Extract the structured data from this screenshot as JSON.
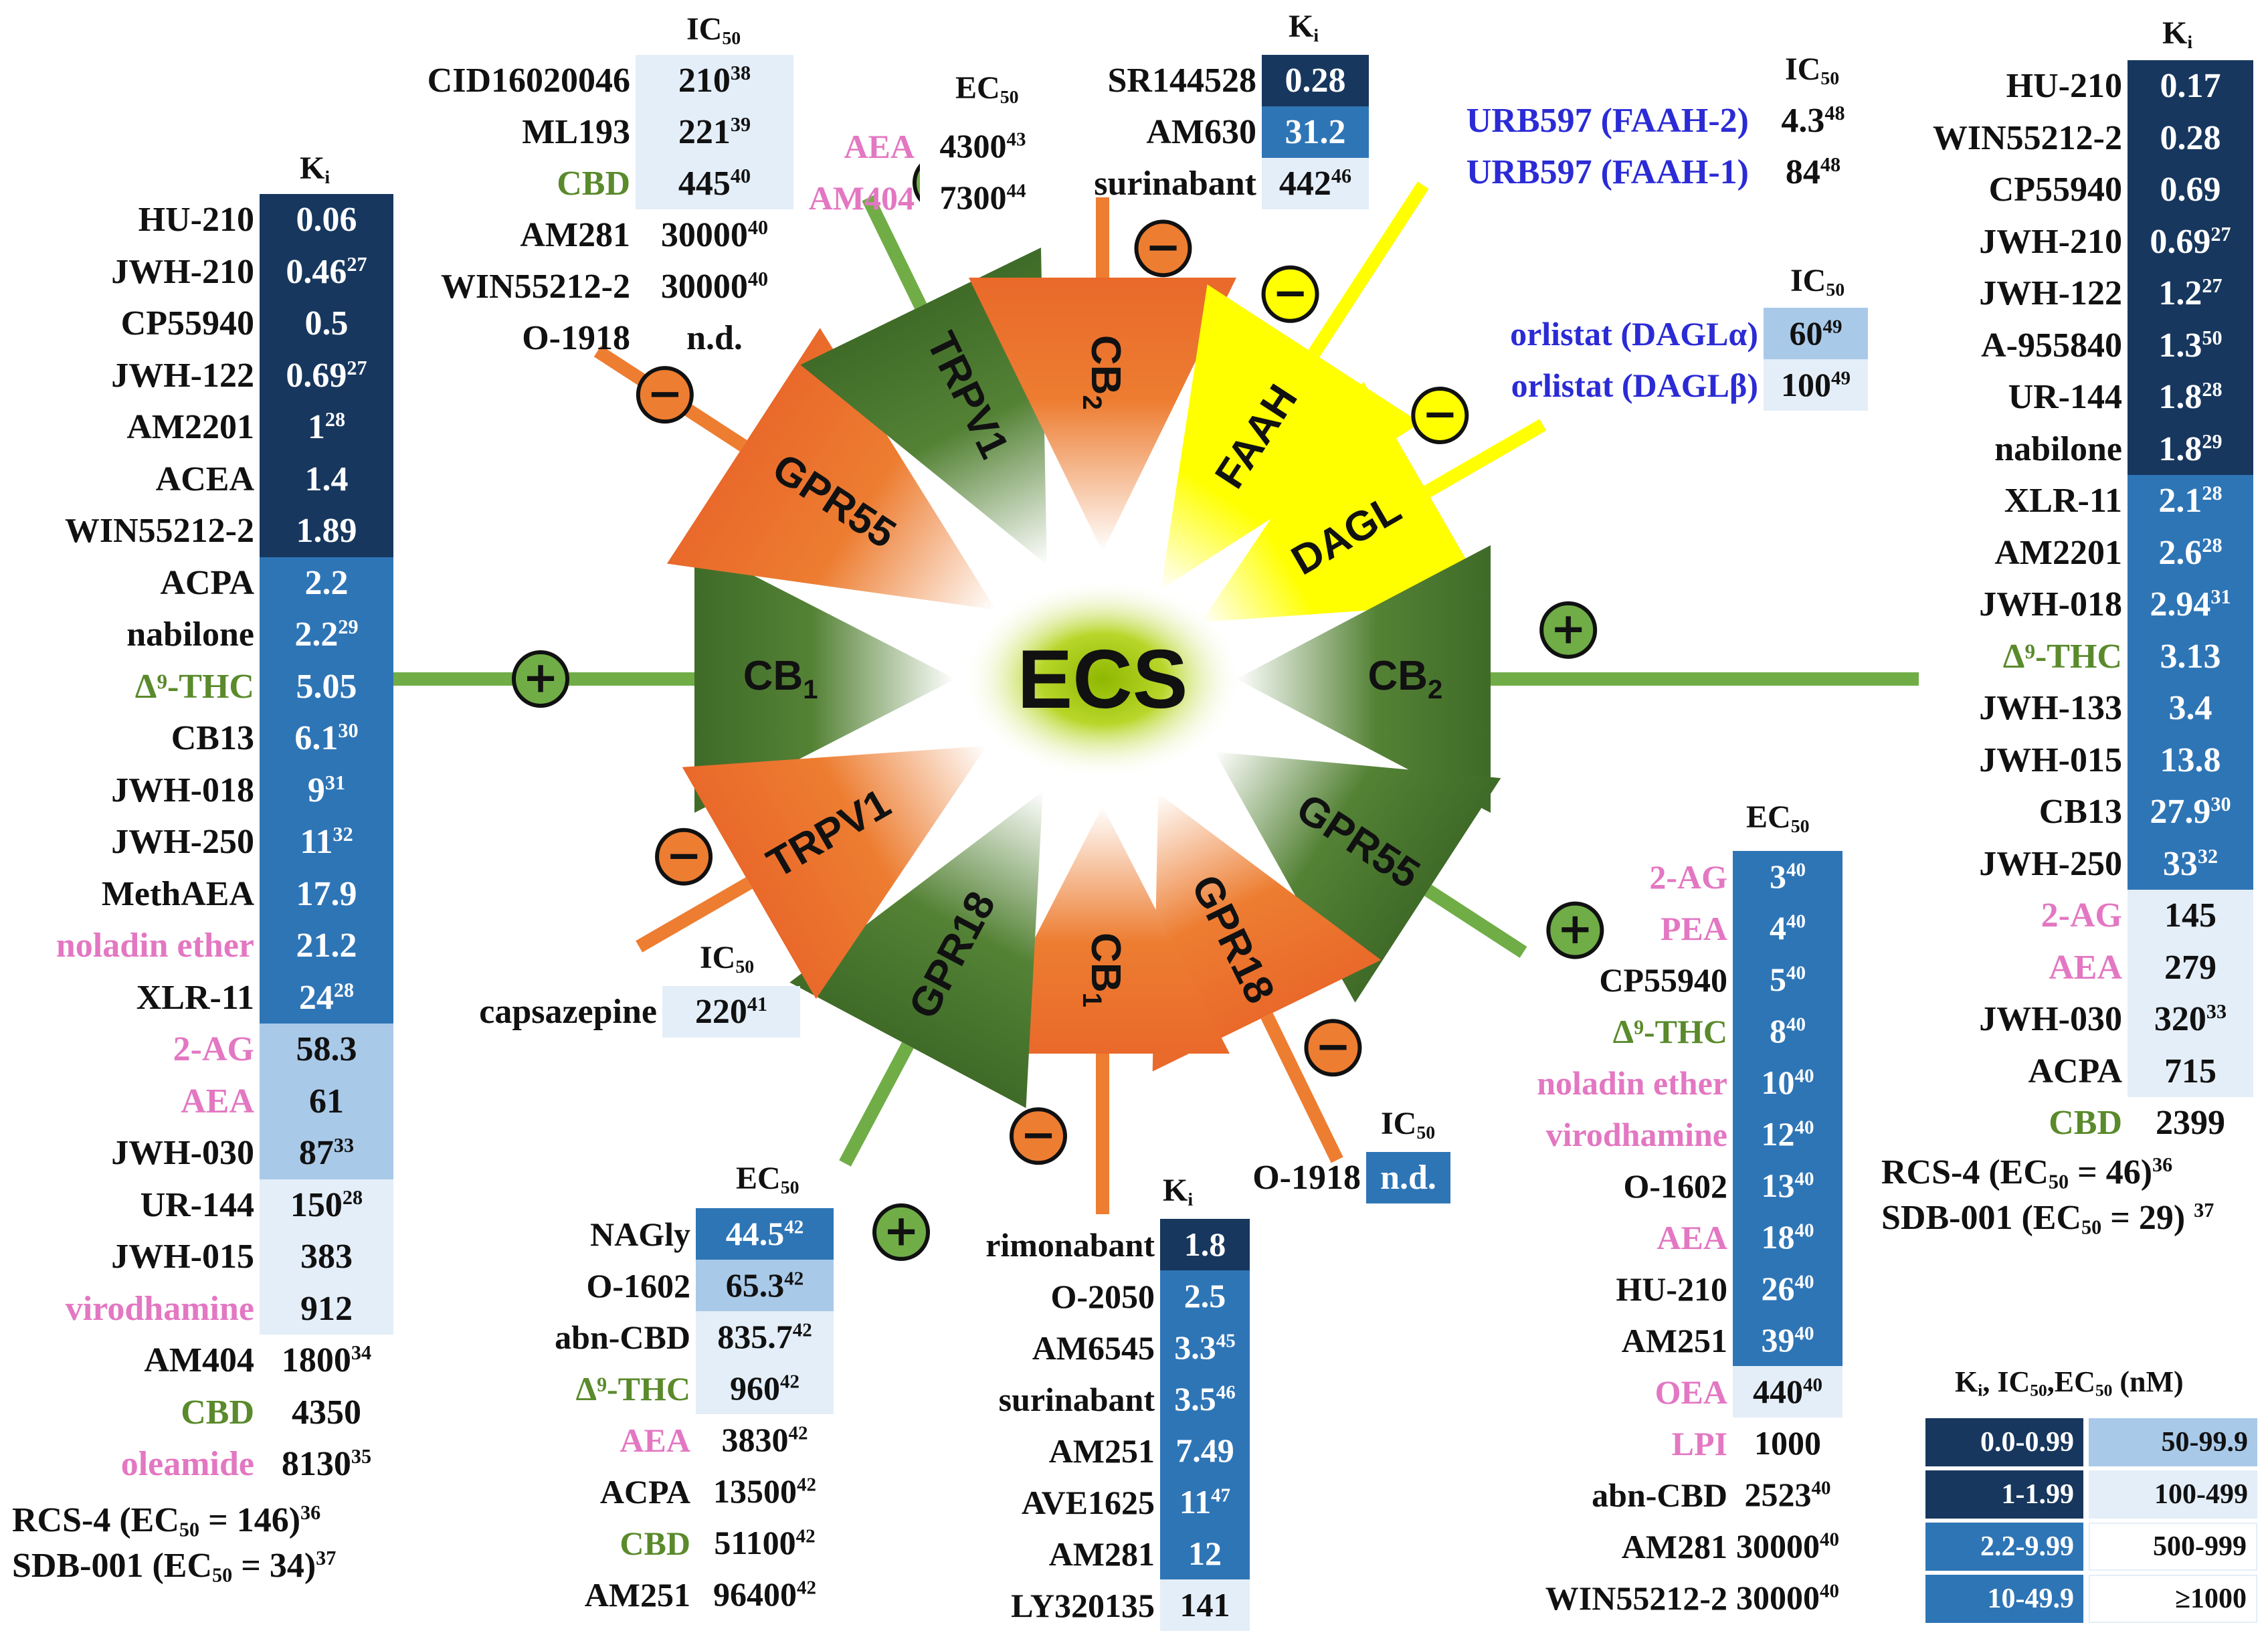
{
  "colors": {
    "tier1": "#17375e",
    "tier2": "#2e75b6",
    "tier3": "#a9c9e8",
    "tier4": "#e4eef8",
    "pink": "#e377c2",
    "green": "#5a8a2c",
    "blue": "#2b2bd6",
    "dark": "#111111",
    "agonist_arm": "#70ad47",
    "antagonist_arm": "#ed7d31",
    "enzyme_arm": "#ffff00",
    "center_glow": "#b8d62a"
  },
  "center": {
    "label": "ECS"
  },
  "receptors": [
    {
      "id": "cb1-top",
      "label": "CB",
      "sub": "1",
      "type": "agonist",
      "sign": "+"
    },
    {
      "id": "gpr55-top",
      "label": "GPR55",
      "sub": "",
      "type": "antagonist",
      "sign": "−"
    },
    {
      "id": "trpv1-top",
      "label": "TRPV1",
      "sub": "",
      "type": "agonist",
      "sign": "+"
    },
    {
      "id": "cb2-top",
      "label": "CB",
      "sub": "2",
      "type": "antagonist",
      "sign": "−"
    },
    {
      "id": "faah",
      "label": "FAAH",
      "sub": "",
      "type": "enzyme",
      "sign": "−"
    },
    {
      "id": "dagl",
      "label": "DAGL",
      "sub": "",
      "type": "enzyme",
      "sign": "−"
    },
    {
      "id": "cb2-right",
      "label": "CB",
      "sub": "2",
      "type": "agonist",
      "sign": "+"
    },
    {
      "id": "gpr55-bottom",
      "label": "GPR55",
      "sub": "",
      "type": "agonist",
      "sign": "+"
    },
    {
      "id": "gpr18-right",
      "label": "GPR18",
      "sub": "",
      "type": "antagonist",
      "sign": "−"
    },
    {
      "id": "cb1-bottom",
      "label": "CB",
      "sub": "1",
      "type": "antagonist",
      "sign": "−"
    },
    {
      "id": "gpr18-left",
      "label": "GPR18",
      "sub": "",
      "type": "agonist",
      "sign": "+"
    },
    {
      "id": "trpv1-bottom",
      "label": "TRPV1",
      "sub": "",
      "type": "antagonist",
      "sign": "−"
    }
  ],
  "panels": [
    {
      "id": "cb1-agonist",
      "header": "K",
      "header_sub": "i",
      "rows": [
        {
          "name": "HU-210",
          "value": "0.06",
          "ref": "",
          "tier": 1,
          "color": "dark"
        },
        {
          "name": "JWH-210",
          "value": "0.46",
          "ref": "27",
          "tier": 1,
          "color": "dark"
        },
        {
          "name": "CP55940",
          "value": "0.5",
          "ref": "",
          "tier": 1,
          "color": "dark"
        },
        {
          "name": "JWH-122",
          "value": "0.69",
          "ref": "27",
          "tier": 1,
          "color": "dark"
        },
        {
          "name": "AM2201",
          "value": "1",
          "ref": "28",
          "tier": 1,
          "color": "dark"
        },
        {
          "name": "ACEA",
          "value": "1.4",
          "ref": "",
          "tier": 1,
          "color": "dark"
        },
        {
          "name": "WIN55212-2",
          "value": "1.89",
          "ref": "",
          "tier": 1,
          "color": "dark"
        },
        {
          "name": "ACPA",
          "value": "2.2",
          "ref": "",
          "tier": 2,
          "color": "dark"
        },
        {
          "name": "nabilone",
          "value": "2.2",
          "ref": "29",
          "tier": 2,
          "color": "dark"
        },
        {
          "name": "Δ⁹-THC",
          "value": "5.05",
          "ref": "",
          "tier": 2,
          "color": "green"
        },
        {
          "name": "CB13",
          "value": "6.1",
          "ref": "30",
          "tier": 2,
          "color": "dark"
        },
        {
          "name": "JWH-018",
          "value": "9",
          "ref": "31",
          "tier": 2,
          "color": "dark"
        },
        {
          "name": "JWH-250",
          "value": "11",
          "ref": "32",
          "tier": 2,
          "color": "dark"
        },
        {
          "name": "MethAEA",
          "value": "17.9",
          "ref": "",
          "tier": 2,
          "color": "dark"
        },
        {
          "name": "noladin ether",
          "value": "21.2",
          "ref": "",
          "tier": 2,
          "color": "pink"
        },
        {
          "name": "XLR-11",
          "value": "24",
          "ref": "28",
          "tier": 2,
          "color": "dark"
        },
        {
          "name": "2-AG",
          "value": "58.3",
          "ref": "",
          "tier": 3,
          "color": "pink"
        },
        {
          "name": "AEA",
          "value": "61",
          "ref": "",
          "tier": 3,
          "color": "pink"
        },
        {
          "name": "JWH-030",
          "value": "87",
          "ref": "33",
          "tier": 3,
          "color": "dark"
        },
        {
          "name": "UR-144",
          "value": "150",
          "ref": "28",
          "tier": 4,
          "color": "dark"
        },
        {
          "name": "JWH-015",
          "value": "383",
          "ref": "",
          "tier": 4,
          "color": "dark"
        },
        {
          "name": "virodhamine",
          "value": "912",
          "ref": "",
          "tier": 4,
          "color": "pink"
        },
        {
          "name": "AM404",
          "value": "1800",
          "ref": "34",
          "tier": 5,
          "color": "dark"
        },
        {
          "name": "CBD",
          "value": "4350",
          "ref": "",
          "tier": 5,
          "color": "green"
        },
        {
          "name": "oleamide",
          "value": "8130",
          "ref": "35",
          "tier": 5,
          "color": "pink"
        }
      ]
    },
    {
      "id": "gpr55-antagonist",
      "header": "IC",
      "header_sub": "50",
      "rows": [
        {
          "name": "CID16020046",
          "value": "210",
          "ref": "38",
          "tier": 4,
          "color": "dark"
        },
        {
          "name": "ML193",
          "value": "221",
          "ref": "39",
          "tier": 4,
          "color": "dark"
        },
        {
          "name": "CBD",
          "value": "445",
          "ref": "40",
          "tier": 4,
          "color": "green"
        },
        {
          "name": "AM281",
          "value": "30000",
          "ref": "40",
          "tier": 5,
          "color": "dark"
        },
        {
          "name": "WIN55212-2",
          "value": "30000",
          "ref": "40",
          "tier": 5,
          "color": "dark"
        },
        {
          "name": "O-1918",
          "value": "n.d.",
          "ref": "",
          "tier": 5,
          "color": "dark"
        }
      ]
    },
    {
      "id": "trpv1-agonist",
      "header": "EC",
      "header_sub": "50",
      "rows": [
        {
          "name": "AEA",
          "value": "4300",
          "ref": "43",
          "tier": 5,
          "color": "pink"
        },
        {
          "name": "AM404",
          "value": "7300",
          "ref": "44",
          "tier": 5,
          "color": "pink"
        }
      ]
    },
    {
      "id": "cb2-antagonist",
      "header": "K",
      "header_sub": "i",
      "rows": [
        {
          "name": "SR144528",
          "value": "0.28",
          "ref": "",
          "tier": 1,
          "color": "dark"
        },
        {
          "name": "AM630",
          "value": "31.2",
          "ref": "",
          "tier": 2,
          "color": "dark"
        },
        {
          "name": "surinabant",
          "value": "442",
          "ref": "46",
          "tier": 4,
          "color": "dark"
        }
      ]
    },
    {
      "id": "faah-inhibitor",
      "header": "IC",
      "header_sub": "50",
      "rows": [
        {
          "name": "URB597 (FAAH-2)",
          "value": "4.3",
          "ref": "48",
          "tier": 5,
          "color": "blue"
        },
        {
          "name": "URB597  (FAAH-1)",
          "value": "84",
          "ref": "48",
          "tier": 5,
          "color": "blue"
        }
      ]
    },
    {
      "id": "dagl-inhibitor",
      "header": "IC",
      "header_sub": "50",
      "rows": [
        {
          "name": "orlistat (DAGLα)",
          "value": "60",
          "ref": "49",
          "tier": 3,
          "color": "blue"
        },
        {
          "name": "orlistat (DAGLβ)",
          "value": "100",
          "ref": "49",
          "tier": 4,
          "color": "blue"
        }
      ]
    },
    {
      "id": "cb2-agonist",
      "header": "K",
      "header_sub": "i",
      "rows": [
        {
          "name": "HU-210",
          "value": "0.17",
          "ref": "",
          "tier": 1,
          "color": "dark"
        },
        {
          "name": "WIN55212-2",
          "value": "0.28",
          "ref": "",
          "tier": 1,
          "color": "dark"
        },
        {
          "name": "CP55940",
          "value": "0.69",
          "ref": "",
          "tier": 1,
          "color": "dark"
        },
        {
          "name": "JWH-210",
          "value": "0.69",
          "ref": "27",
          "tier": 1,
          "color": "dark"
        },
        {
          "name": "JWH-122",
          "value": "1.2",
          "ref": "27",
          "tier": 1,
          "color": "dark"
        },
        {
          "name": "A-955840",
          "value": "1.3",
          "ref": "50",
          "tier": 1,
          "color": "dark"
        },
        {
          "name": "UR-144",
          "value": "1.8",
          "ref": "28",
          "tier": 1,
          "color": "dark"
        },
        {
          "name": "nabilone",
          "value": "1.8",
          "ref": "29",
          "tier": 1,
          "color": "dark"
        },
        {
          "name": "XLR-11",
          "value": "2.1",
          "ref": "28",
          "tier": 2,
          "color": "dark"
        },
        {
          "name": "AM2201",
          "value": "2.6",
          "ref": "28",
          "tier": 2,
          "color": "dark"
        },
        {
          "name": "JWH-018",
          "value": "2.94",
          "ref": "31",
          "tier": 2,
          "color": "dark"
        },
        {
          "name": "Δ⁹-THC",
          "value": "3.13",
          "ref": "",
          "tier": 2,
          "color": "green"
        },
        {
          "name": "JWH-133",
          "value": "3.4",
          "ref": "",
          "tier": 2,
          "color": "dark"
        },
        {
          "name": "JWH-015",
          "value": "13.8",
          "ref": "",
          "tier": 2,
          "color": "dark"
        },
        {
          "name": "CB13",
          "value": "27.9",
          "ref": "30",
          "tier": 2,
          "color": "dark"
        },
        {
          "name": "JWH-250",
          "value": "33",
          "ref": "32",
          "tier": 2,
          "color": "dark"
        },
        {
          "name": "2-AG",
          "value": "145",
          "ref": "",
          "tier": 4,
          "color": "pink"
        },
        {
          "name": "AEA",
          "value": "279",
          "ref": "",
          "tier": 4,
          "color": "pink"
        },
        {
          "name": "JWH-030",
          "value": "320",
          "ref": "33",
          "tier": 4,
          "color": "dark"
        },
        {
          "name": "ACPA",
          "value": "715",
          "ref": "",
          "tier": 4,
          "color": "dark"
        },
        {
          "name": "CBD",
          "value": "2399",
          "ref": "",
          "tier": 5,
          "color": "green"
        }
      ]
    },
    {
      "id": "gpr55-agonist",
      "header": "EC",
      "header_sub": "50",
      "rows": [
        {
          "name": "2-AG",
          "value": "3",
          "ref": "40",
          "tier": 2,
          "color": "pink"
        },
        {
          "name": "PEA",
          "value": "4",
          "ref": "40",
          "tier": 2,
          "color": "pink"
        },
        {
          "name": "CP55940",
          "value": "5",
          "ref": "40",
          "tier": 2,
          "color": "dark"
        },
        {
          "name": "Δ⁹-THC",
          "value": "8",
          "ref": "40",
          "tier": 2,
          "color": "green"
        },
        {
          "name": "noladin ether",
          "value": "10",
          "ref": "40",
          "tier": 2,
          "color": "pink"
        },
        {
          "name": "virodhamine",
          "value": "12",
          "ref": "40",
          "tier": 2,
          "color": "pink"
        },
        {
          "name": "O-1602",
          "value": "13",
          "ref": "40",
          "tier": 2,
          "color": "dark"
        },
        {
          "name": "AEA",
          "value": "18",
          "ref": "40",
          "tier": 2,
          "color": "pink"
        },
        {
          "name": "HU-210",
          "value": "26",
          "ref": "40",
          "tier": 2,
          "color": "dark"
        },
        {
          "name": "AM251",
          "value": "39",
          "ref": "40",
          "tier": 2,
          "color": "dark"
        },
        {
          "name": "OEA",
          "value": "440",
          "ref": "40",
          "tier": 4,
          "color": "pink"
        },
        {
          "name": "LPI",
          "value": "1000",
          "ref": "",
          "tier": 5,
          "color": "pink"
        },
        {
          "name": "abn-CBD",
          "value": "2523",
          "ref": "40",
          "tier": 5,
          "color": "dark"
        },
        {
          "name": "AM281",
          "value": "30000",
          "ref": "40",
          "tier": 5,
          "color": "dark"
        },
        {
          "name": "WIN55212-2",
          "value": "30000",
          "ref": "40",
          "tier": 5,
          "color": "dark"
        }
      ]
    },
    {
      "id": "gpr18-antagonist",
      "header": "IC",
      "header_sub": "50",
      "rows": [
        {
          "name": "O-1918",
          "value": "n.d.",
          "ref": "",
          "tier": 2,
          "color": "dark"
        }
      ]
    },
    {
      "id": "cb1-antagonist",
      "header": "K",
      "header_sub": "i",
      "rows": [
        {
          "name": "rimonabant",
          "value": "1.8",
          "ref": "",
          "tier": 1,
          "color": "dark"
        },
        {
          "name": "O-2050",
          "value": "2.5",
          "ref": "",
          "tier": 2,
          "color": "dark"
        },
        {
          "name": "AM6545",
          "value": "3.3",
          "ref": "45",
          "tier": 2,
          "color": "dark"
        },
        {
          "name": "surinabant",
          "value": "3.5",
          "ref": "46",
          "tier": 2,
          "color": "dark"
        },
        {
          "name": "AM251",
          "value": "7.49",
          "ref": "",
          "tier": 2,
          "color": "dark"
        },
        {
          "name": "AVE1625",
          "value": "11",
          "ref": "47",
          "tier": 2,
          "color": "dark"
        },
        {
          "name": "AM281",
          "value": "12",
          "ref": "",
          "tier": 2,
          "color": "dark"
        },
        {
          "name": "LY320135",
          "value": "141",
          "ref": "",
          "tier": 4,
          "color": "dark"
        }
      ]
    },
    {
      "id": "gpr18-agonist",
      "header": "EC",
      "header_sub": "50",
      "rows": [
        {
          "name": "NAGly",
          "value": "44.5",
          "ref": "42",
          "tier": 2,
          "color": "dark"
        },
        {
          "name": "O-1602",
          "value": "65.3",
          "ref": "42",
          "tier": 3,
          "color": "dark"
        },
        {
          "name": "abn-CBD",
          "value": "835.7",
          "ref": "42",
          "tier": 4,
          "color": "dark"
        },
        {
          "name": "Δ⁹-THC",
          "value": "960",
          "ref": "42",
          "tier": 4,
          "color": "green"
        },
        {
          "name": "AEA",
          "value": "3830",
          "ref": "42",
          "tier": 5,
          "color": "pink"
        },
        {
          "name": "ACPA",
          "value": "13500",
          "ref": "42",
          "tier": 5,
          "color": "dark"
        },
        {
          "name": "CBD",
          "value": "51100",
          "ref": "42",
          "tier": 5,
          "color": "green"
        },
        {
          "name": "AM251",
          "value": "96400",
          "ref": "42",
          "tier": 5,
          "color": "dark"
        }
      ]
    },
    {
      "id": "trpv1-antagonist",
      "header": "IC",
      "header_sub": "50",
      "rows": [
        {
          "name": "capsazepine",
          "value": "220",
          "ref": "41",
          "tier": 4,
          "color": "dark"
        }
      ]
    }
  ],
  "notes": {
    "left": [
      {
        "prefix": "RCS-4 (EC",
        "sub": "50",
        "suffix": " = 146)",
        "ref": "36"
      },
      {
        "prefix": "SDB-001 (EC",
        "sub": "50",
        "suffix": " = 34)",
        "ref": "37"
      }
    ],
    "right": [
      {
        "prefix": "RCS-4 (EC",
        "sub": "50",
        "suffix": " = 46)",
        "ref": "36"
      },
      {
        "prefix": "SDB-001 (EC",
        "sub": "50",
        "suffix": " = 29) ",
        "ref": "37"
      }
    ]
  },
  "legend": {
    "title_k": "K",
    "title_k_sub": "i",
    "title_ic": ", IC",
    "title_ic_sub": "50",
    "title_ec": ",EC",
    "title_ec_sub": "50",
    "title_unit": " (nM)",
    "ranges": [
      {
        "label": "0.0-0.99",
        "tier": 1
      },
      {
        "label": "1-1.99",
        "tier": 1
      },
      {
        "label": "2.2-9.99",
        "tier": 2
      },
      {
        "label": "10-49.9",
        "tier": 2
      },
      {
        "label": "50-99.9",
        "tier": 3
      },
      {
        "label": "100-499",
        "tier": 4
      },
      {
        "label": "500-999",
        "tier": 5
      },
      {
        "label": "≥1000",
        "tier": 5
      }
    ]
  }
}
